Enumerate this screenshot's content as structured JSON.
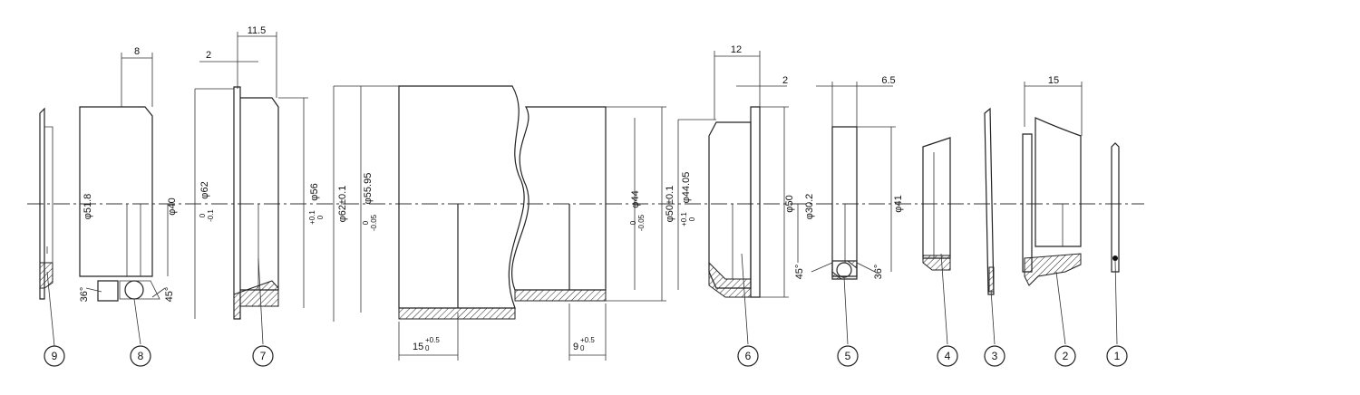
{
  "balloons": [
    "9",
    "8",
    "7",
    "6",
    "5",
    "4",
    "3",
    "2",
    "1"
  ],
  "dimensions": {
    "w8": "8",
    "w2_left": "2",
    "w11_5": "11.5",
    "w12": "12",
    "w2_right": "2",
    "w6_5": "6.5",
    "w15": "15",
    "d51_8": "φ51.8",
    "d40": "φ40",
    "d62_part7": "φ62",
    "d62_part7_tol_upper": "0",
    "d62_part7_tol_lower": "-0.1",
    "d56": "φ56",
    "d56_tol_upper": "+0.1",
    "d56_tol_lower": "0",
    "d62_frame": "φ62±0.1",
    "d55_95": "φ55.95",
    "d55_95_tol_upper": "0",
    "d55_95_tol_lower": "-0.05",
    "d44": "φ44",
    "d44_tol_upper": "0",
    "d44_tol_lower": "-0.05",
    "d50_frame": "φ50±0.1",
    "d44_05": "φ44.05",
    "d44_05_tol_upper": "+0.1",
    "d44_05_tol_lower": "0",
    "d50_part6": "φ50",
    "d30_2": "φ30.2",
    "d41": "φ41",
    "depth15": "15",
    "depth15_tol_upper": "+0.5",
    "depth15_tol_lower": "0",
    "depth9": "9",
    "depth9_tol_upper": "+0.5",
    "depth9_tol_lower": "0",
    "ang36_left": "36°",
    "ang45_left": "45°",
    "ang45_right": "45°",
    "ang36_right": "36°"
  }
}
